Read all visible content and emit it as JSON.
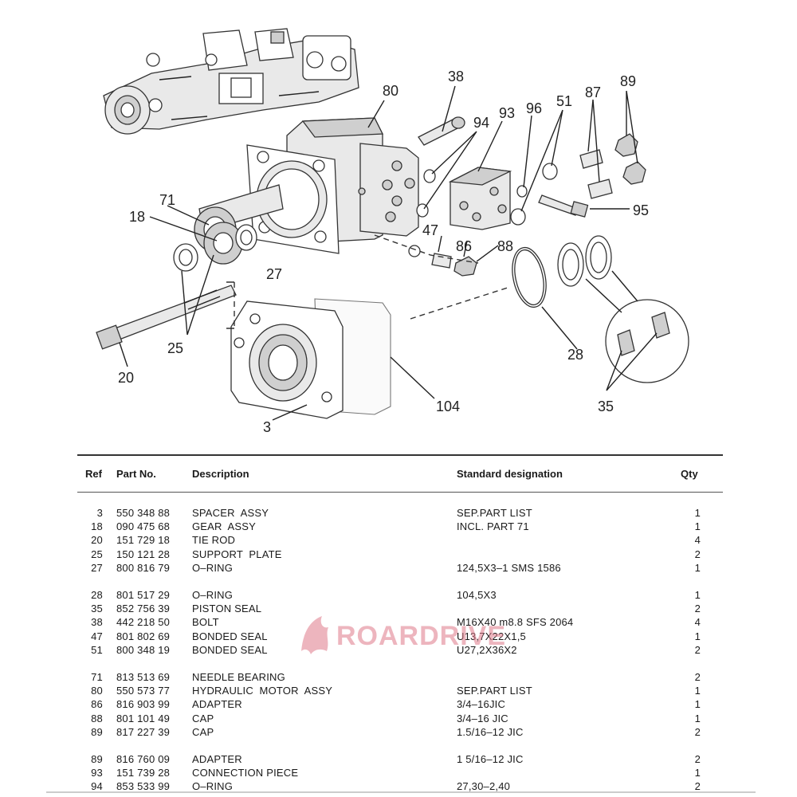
{
  "diagram": {
    "callouts": {
      "c3": "3",
      "c18": "18",
      "c20": "20",
      "c25": "25",
      "c27": "27",
      "c28": "28",
      "c35": "35",
      "c38": "38",
      "c47": "47",
      "c51": "51",
      "c71": "71",
      "c80": "80",
      "c86": "86",
      "c87": "87",
      "c88": "88",
      "c89": "89",
      "c93": "93",
      "c94": "94",
      "c95": "95",
      "c96": "96",
      "c104": "104"
    }
  },
  "watermark": {
    "text": "ROARDRIVE"
  },
  "table": {
    "headers": {
      "ref": "Ref",
      "part_no": "Part No.",
      "description": "Description",
      "standard": "Standard designation",
      "qty": "Qty"
    },
    "rows": [
      {
        "ref": "3",
        "part_no": "550 348 88",
        "description": "SPACER  ASSY",
        "standard": "SEP.PART LIST",
        "qty": "1"
      },
      {
        "ref": "18",
        "part_no": "090 475 68",
        "description": "GEAR  ASSY",
        "standard": "INCL. PART 71",
        "qty": "1"
      },
      {
        "ref": "20",
        "part_no": "151 729 18",
        "description": "TIE ROD",
        "standard": "",
        "qty": "4"
      },
      {
        "ref": "25",
        "part_no": "150 121 28",
        "description": "SUPPORT  PLATE",
        "standard": "",
        "qty": "2"
      },
      {
        "ref": "27",
        "part_no": "800 816 79",
        "description": "O–RING",
        "standard": "124,5X3–1 SMS 1586",
        "qty": "1"
      },
      {
        "ref": "28",
        "part_no": "801 517 29",
        "description": "O–RING",
        "standard": "104,5X3",
        "qty": "1"
      },
      {
        "ref": "35",
        "part_no": "852 756 39",
        "description": "PISTON SEAL",
        "standard": "",
        "qty": "2"
      },
      {
        "ref": "38",
        "part_no": "442 218 50",
        "description": "BOLT",
        "standard": "M16X40 m8.8 SFS 2064",
        "qty": "4"
      },
      {
        "ref": "47",
        "part_no": "801 802 69",
        "description": "BONDED SEAL",
        "standard": "U13,7X22X1,5",
        "qty": "1"
      },
      {
        "ref": "51",
        "part_no": "800 348 19",
        "description": "BONDED SEAL",
        "standard": "U27,2X36X2",
        "qty": "2"
      },
      {
        "ref": "71",
        "part_no": "813 513 69",
        "description": "NEEDLE BEARING",
        "standard": "",
        "qty": "2"
      },
      {
        "ref": "80",
        "part_no": "550 573 77",
        "description": "HYDRAULIC  MOTOR  ASSY",
        "standard": "SEP.PART LIST",
        "qty": "1"
      },
      {
        "ref": "86",
        "part_no": "816 903 99",
        "description": "ADAPTER",
        "standard": "3/4–16JIC",
        "qty": "1"
      },
      {
        "ref": "88",
        "part_no": "801 101 49",
        "description": "CAP",
        "standard": "3/4–16 JIC",
        "qty": "1"
      },
      {
        "ref": "89",
        "part_no": "817 227 39",
        "description": "CAP",
        "standard": "1.5/16–12 JIC",
        "qty": "2"
      },
      {
        "ref": "89",
        "part_no": "816 760 09",
        "description": "ADAPTER",
        "standard": "1 5/16–12 JIC",
        "qty": "2"
      },
      {
        "ref": "93",
        "part_no": "151 739 28",
        "description": "CONNECTION PIECE",
        "standard": "",
        "qty": "1"
      },
      {
        "ref": "94",
        "part_no": "853 533 99",
        "description": "O–RING",
        "standard": "27,30–2,40",
        "qty": "2"
      }
    ]
  }
}
